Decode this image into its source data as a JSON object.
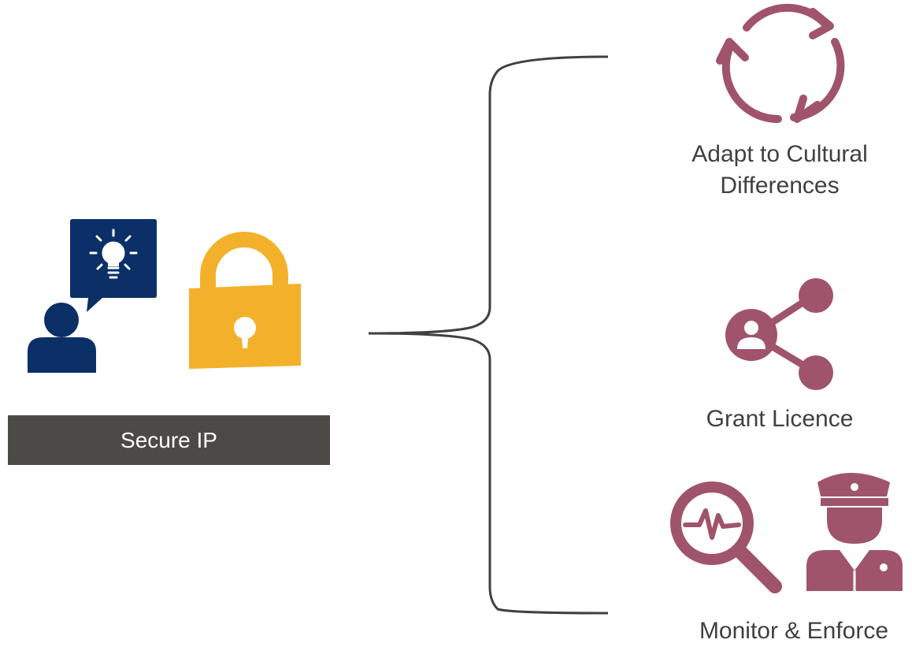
{
  "main": {
    "label": "Secure IP",
    "icons": [
      "person-idea-icon",
      "padlock-icon"
    ],
    "label_bg_color": "#4b4a46"
  },
  "branches": [
    {
      "label_lines": [
        "Adapt to Cultural",
        "Differences"
      ],
      "icon": "cycle-arrows-icon"
    },
    {
      "label_lines": [
        "Grant Licence"
      ],
      "icon": "share-network-icon"
    },
    {
      "label_lines": [
        "Monitor & Enforce"
      ],
      "icon": "magnifier-police-icon"
    }
  ],
  "colors": {
    "navy": "#0b3068",
    "gold": "#f3b12b",
    "plum": "#a0546b",
    "bracket": "#404040",
    "text": "#404040"
  }
}
